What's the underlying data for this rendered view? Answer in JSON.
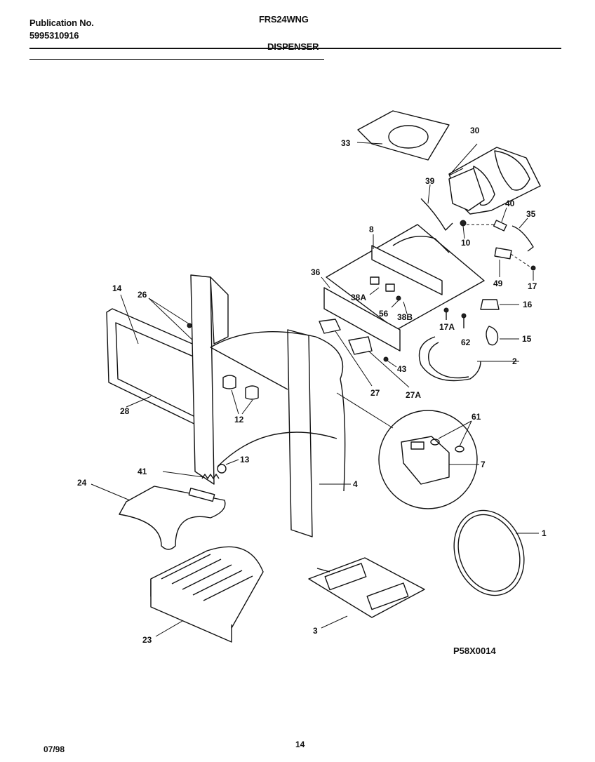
{
  "header": {
    "publication_label": "Publication No.",
    "publication_number": "5995310916",
    "model": "FRS24WNG",
    "section": "DISPENSER"
  },
  "drawing_code": "P58X0014",
  "footer": {
    "date": "07/98",
    "page": "14"
  },
  "callouts": {
    "c33": "33",
    "c30": "30",
    "c39": "39",
    "c40": "40",
    "c35": "35",
    "c8": "8",
    "c10": "10",
    "c36": "36",
    "c49": "49",
    "c17": "17",
    "c38a": "38A",
    "c56": "56",
    "c38b": "38B",
    "c16": "16",
    "c17a": "17A",
    "c62": "62",
    "c15": "15",
    "c14": "14",
    "c26a": "26",
    "c2": "2",
    "c43": "43",
    "c27": "27",
    "c27a": "27A",
    "c28": "28",
    "c12": "12",
    "c61": "61",
    "c7": "7",
    "c41": "41",
    "c13": "13",
    "c24": "24",
    "c4": "4",
    "c1": "1",
    "c23": "23",
    "c3": "3"
  }
}
